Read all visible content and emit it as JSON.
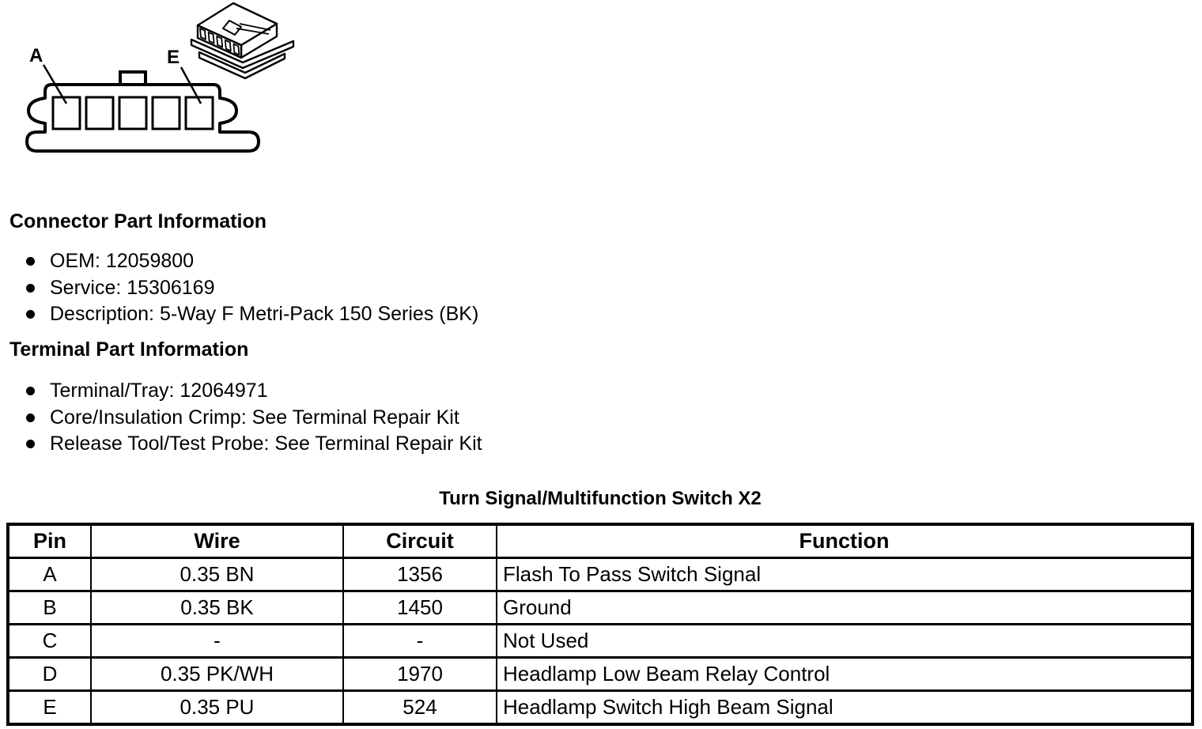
{
  "diagram": {
    "label_a": "A",
    "label_e": "E"
  },
  "connector_info": {
    "heading": "Connector Part Information",
    "bullets": [
      "OEM: 12059800",
      "Service: 15306169",
      "Description: 5-Way F Metri-Pack 150 Series (BK)"
    ]
  },
  "terminal_info": {
    "heading": "Terminal Part Information",
    "bullets": [
      "Terminal/Tray: 12064971",
      "Core/Insulation Crimp: See Terminal Repair Kit",
      "Release Tool/Test Probe: See Terminal Repair Kit"
    ]
  },
  "table": {
    "title": "Turn Signal/Multifunction Switch X2",
    "headers": [
      "Pin",
      "Wire",
      "Circuit",
      "Function"
    ],
    "rows": [
      {
        "pin": "A",
        "wire": "0.35 BN",
        "circuit": "1356",
        "function": "Flash To Pass Switch Signal"
      },
      {
        "pin": "B",
        "wire": "0.35 BK",
        "circuit": "1450",
        "function": "Ground"
      },
      {
        "pin": "C",
        "wire": "-",
        "circuit": "-",
        "function": "Not Used"
      },
      {
        "pin": "D",
        "wire": "0.35 PK/WH",
        "circuit": "1970",
        "function": "Headlamp Low Beam Relay Control"
      },
      {
        "pin": "E",
        "wire": "0.35 PU",
        "circuit": "524",
        "function": "Headlamp Switch High Beam Signal"
      }
    ]
  },
  "colors": {
    "ink": "#000000",
    "paper": "#ffffff"
  }
}
